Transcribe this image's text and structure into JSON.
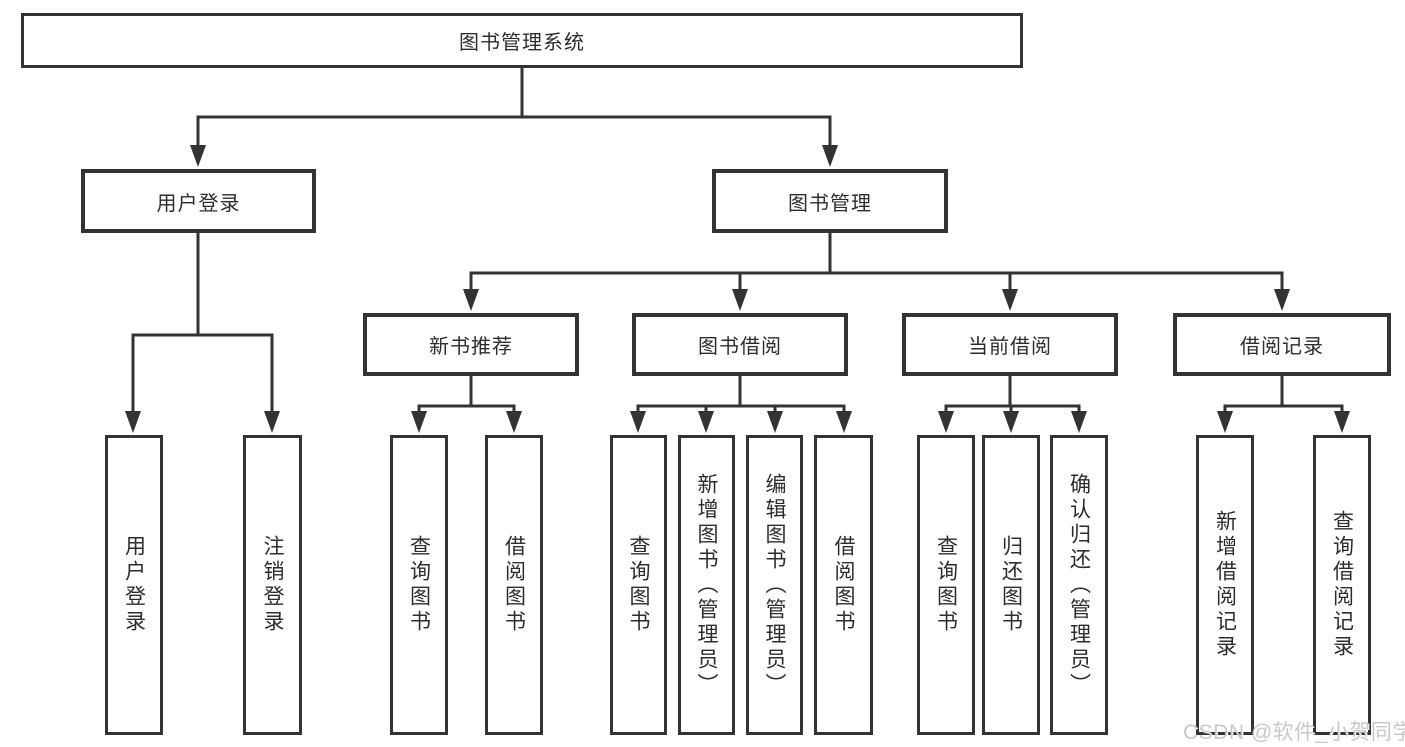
{
  "colors": {
    "line": "#333333",
    "box_border": "#333333",
    "box_background": "#ffffff",
    "text": "#2d2d2d",
    "watermark": "#c8c8c8",
    "page_background": "#ffffff"
  },
  "nodes": {
    "root": {
      "label": "图书管理系统"
    },
    "user_login": {
      "label": "用户登录"
    },
    "book_mgmt": {
      "label": "图书管理"
    },
    "new_book_rec": {
      "label": "新书推荐"
    },
    "book_borrow": {
      "label": "图书借阅"
    },
    "current_borrow": {
      "label": "当前借阅"
    },
    "borrow_records": {
      "label": "借阅记录"
    },
    "leaf_user_login": {
      "label": "用户登录"
    },
    "leaf_logout": {
      "label": "注销登录"
    },
    "leaf_nb_query": {
      "label": "查询图书"
    },
    "leaf_nb_borrow": {
      "label": "借阅图书"
    },
    "leaf_bb_query": {
      "label": "查询图书"
    },
    "leaf_bb_add": {
      "label": "新增图书（管理员）"
    },
    "leaf_bb_edit": {
      "label": "编辑图书（管理员）"
    },
    "leaf_bb_borrow": {
      "label": "借阅图书"
    },
    "leaf_cb_query": {
      "label": "查询图书"
    },
    "leaf_cb_return": {
      "label": "归还图书"
    },
    "leaf_cb_confirm": {
      "label": "确认归还（管理员）"
    },
    "leaf_br_add": {
      "label": "新增借阅记录"
    },
    "leaf_br_query": {
      "label": "查询借阅记录"
    }
  },
  "hierarchy": {
    "root": [
      "user_login",
      "book_mgmt"
    ],
    "user_login": [
      "leaf_user_login",
      "leaf_logout"
    ],
    "book_mgmt": [
      "new_book_rec",
      "book_borrow",
      "current_borrow",
      "borrow_records"
    ],
    "new_book_rec": [
      "leaf_nb_query",
      "leaf_nb_borrow"
    ],
    "book_borrow": [
      "leaf_bb_query",
      "leaf_bb_add",
      "leaf_bb_edit",
      "leaf_bb_borrow"
    ],
    "current_borrow": [
      "leaf_cb_query",
      "leaf_cb_return",
      "leaf_cb_confirm"
    ],
    "borrow_records": [
      "leaf_br_add",
      "leaf_br_query"
    ]
  },
  "watermark": {
    "text": "CSDN @软件_小贺同学"
  }
}
